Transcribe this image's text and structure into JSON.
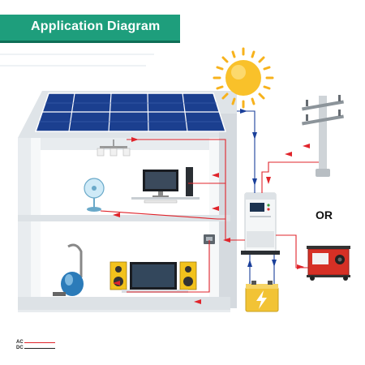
{
  "header": {
    "title": "Application Diagram"
  },
  "labels": {
    "or": "OR"
  },
  "legend": {
    "ac_label": "AC",
    "dc_label": "DC",
    "ac_color": "#e0242b",
    "dc_color": "#222222"
  },
  "colors": {
    "banner": "#1e9e7c",
    "ac_wire": "#e0242b",
    "dc_wire": "#1a3f9a",
    "house_wall": "#e6ebee",
    "solar_panel": "#1b3f8f",
    "sun": "#f7b21c",
    "battery": "#f2c335",
    "generator": "#d63025"
  },
  "icons": [
    "sun-icon",
    "solar-panel-icon",
    "utility-pole-icon",
    "inverter-icon",
    "battery-icon",
    "generator-icon",
    "fan-icon",
    "ceiling-lamp-icon",
    "computer-icon",
    "vacuum-cleaner-icon",
    "television-icon",
    "speaker-icon",
    "electric-meter-icon"
  ]
}
